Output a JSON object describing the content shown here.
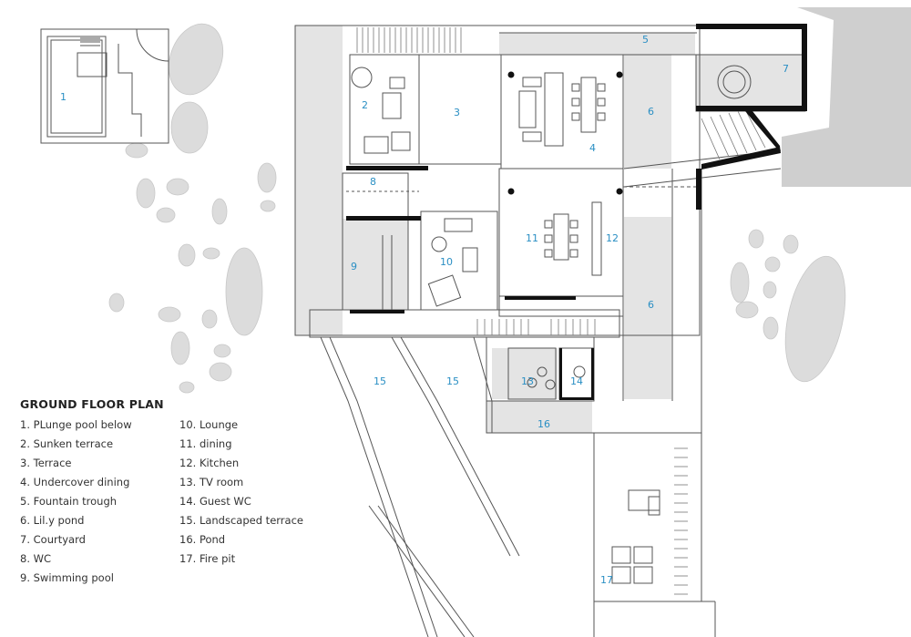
{
  "plan": {
    "legend_title": "GROUND FLOOR PLAN",
    "legend_col1": [
      "1. PLunge pool below",
      "2. Sunken terrace",
      "3. Terrace",
      "4. Undercover dining",
      "5. Fountain trough",
      "6. Lil.y pond",
      "7. Courtyard",
      "8. WC",
      "9. Swimming pool"
    ],
    "legend_col2": [
      "10. Lounge",
      "11. dining",
      "12. Kitchen",
      "13. TV room",
      "14. Guest WC",
      "15. Landscaped terrace",
      "16. Pond",
      "17. Fire pit"
    ],
    "room_numbers": [
      "1",
      "2",
      "3",
      "4",
      "5",
      "6",
      "7",
      "8",
      "9",
      "10",
      "11",
      "12",
      "6",
      "13",
      "14",
      "15",
      "15",
      "16",
      "17"
    ],
    "colors": {
      "label_blue": "#2a8fc4",
      "line": "#555555",
      "wall": "#111111",
      "fill_gray": "#e4e4e4",
      "water_gray": "#dcdcdc",
      "dark_terrain": "#cfcfcf"
    }
  }
}
